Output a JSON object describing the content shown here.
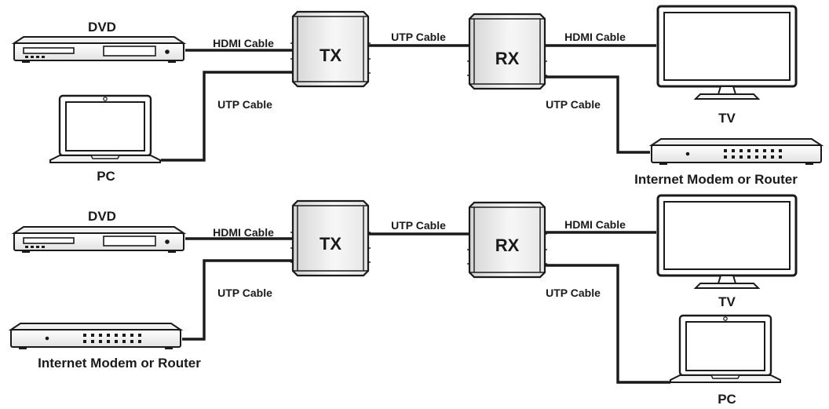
{
  "rows": [
    {
      "tx": "TX",
      "rx": "RX",
      "link_label": "UTP Cable",
      "top_in_label": "HDMI Cable",
      "bottom_in_label": "UTP Cable",
      "top_out_label": "HDMI Cable",
      "bottom_out_label": "UTP Cable",
      "left_top_device": "DVD",
      "left_bottom_device": "PC",
      "right_top_device": "TV",
      "right_bottom_device": "Internet Modem or Router"
    },
    {
      "tx": "TX",
      "rx": "RX",
      "link_label": "UTP Cable",
      "top_in_label": "HDMI Cable",
      "bottom_in_label": "UTP Cable",
      "top_out_label": "HDMI Cable",
      "bottom_out_label": "UTP Cable",
      "left_top_device": "DVD",
      "left_bottom_device": "Internet Modem or Router",
      "right_top_device": "TV",
      "right_bottom_device": "PC"
    }
  ]
}
